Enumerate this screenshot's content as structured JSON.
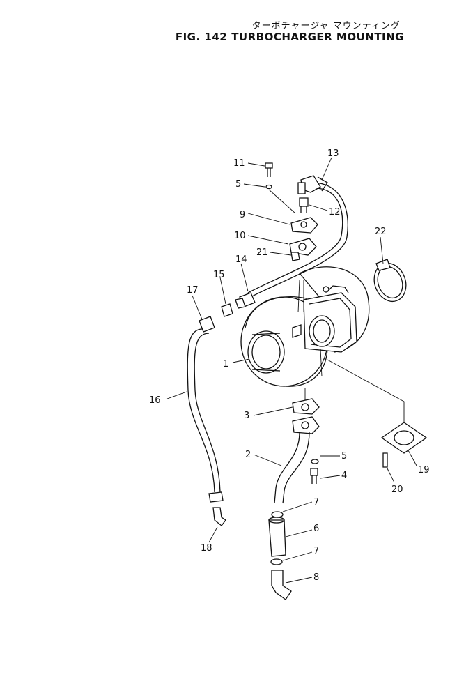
{
  "figure": {
    "title_jp": "ターボチャージャ マウンティング",
    "fig_no": "FIG. 142",
    "title_en": "TURBOCHARGER MOUNTING"
  },
  "callouts": [
    {
      "id": "c11",
      "text": "11"
    },
    {
      "id": "c5a",
      "text": "5"
    },
    {
      "id": "c13",
      "text": "13"
    },
    {
      "id": "c12",
      "text": "12"
    },
    {
      "id": "c9",
      "text": "9"
    },
    {
      "id": "c10",
      "text": "10"
    },
    {
      "id": "c22",
      "text": "22"
    },
    {
      "id": "c21",
      "text": "21"
    },
    {
      "id": "c14",
      "text": "14"
    },
    {
      "id": "c15",
      "text": "15"
    },
    {
      "id": "c17",
      "text": "17"
    },
    {
      "id": "c1",
      "text": "1"
    },
    {
      "id": "c16",
      "text": "16"
    },
    {
      "id": "c3",
      "text": "3"
    },
    {
      "id": "c2",
      "text": "2"
    },
    {
      "id": "c5b",
      "text": "5"
    },
    {
      "id": "c4",
      "text": "4"
    },
    {
      "id": "c19",
      "text": "19"
    },
    {
      "id": "c20",
      "text": "20"
    },
    {
      "id": "c7a",
      "text": "7"
    },
    {
      "id": "c6",
      "text": "6"
    },
    {
      "id": "c7b",
      "text": "7"
    },
    {
      "id": "c8",
      "text": "8"
    },
    {
      "id": "c18",
      "text": "18"
    }
  ]
}
